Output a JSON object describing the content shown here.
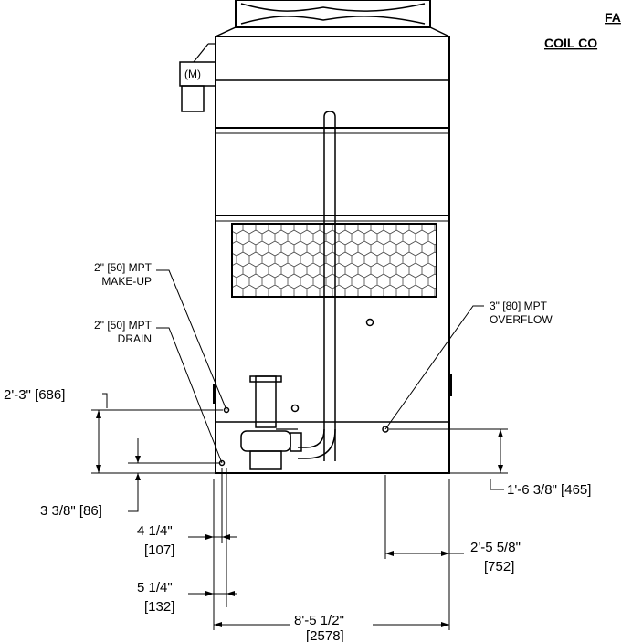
{
  "header": {
    "title_line1": "FA",
    "title_line2": "COIL CO"
  },
  "unit": {
    "motor_label": "(M)"
  },
  "connections": {
    "makeup": {
      "line1": "2\" [50] MPT",
      "line2": "MAKE-UP"
    },
    "drain": {
      "line1": "2\" [50] MPT",
      "line2": "DRAIN"
    },
    "overflow": {
      "line1": "3\" [80] MPT",
      "line2": "OVERFLOW"
    }
  },
  "dimensions": {
    "makeup_height": "2'-3\" [686]",
    "drain_height": "3 3/8\" [86]",
    "overflow_height": "1'-6 3/8\" [465]",
    "makeup_offset": {
      "line1": "4 1/4\"",
      "line2": "[107]"
    },
    "drain_offset": {
      "line1": "5 1/4\"",
      "line2": "[132]"
    },
    "overflow_offset": {
      "line1": "2'-5 5/8\"",
      "line2": "[752]"
    },
    "overall_width": {
      "line1": "8'-5 1/2\"",
      "line2": "[2578]"
    }
  }
}
